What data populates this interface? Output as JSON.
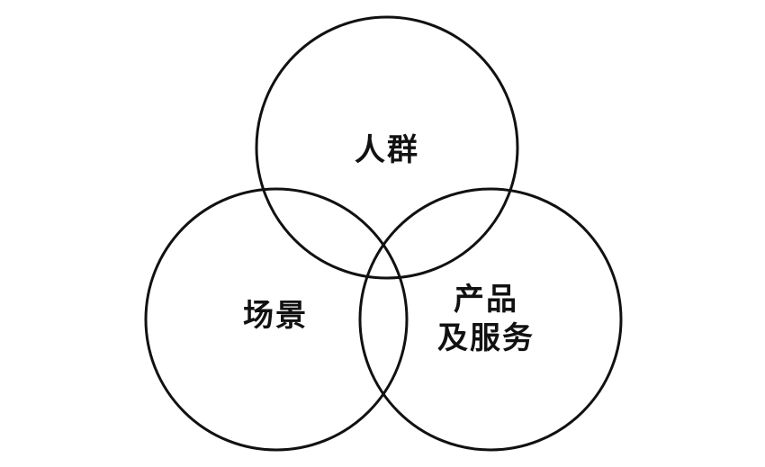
{
  "diagram": {
    "type": "venn",
    "circles": [
      {
        "label": "人群"
      },
      {
        "label": "场景"
      },
      {
        "label_lines": [
          "产品",
          "及服务"
        ]
      }
    ],
    "stroke_color": "#111111",
    "background": "#ffffff"
  }
}
